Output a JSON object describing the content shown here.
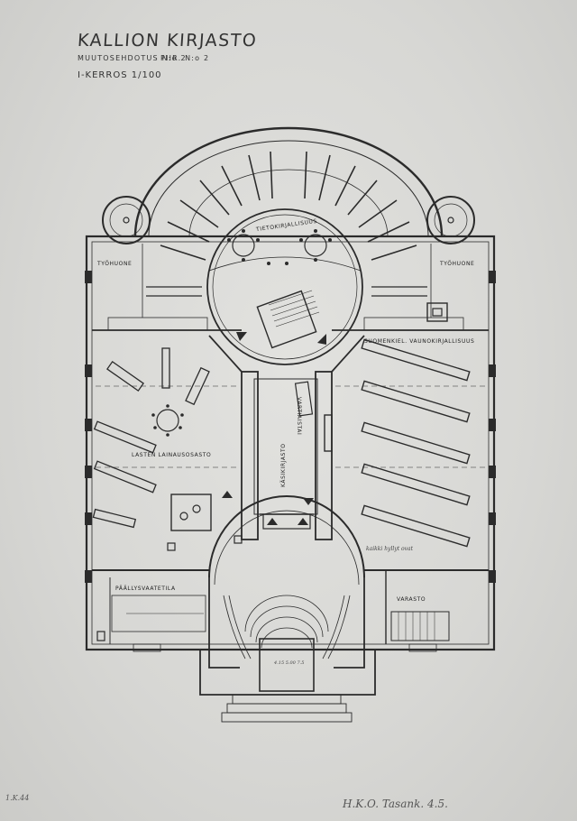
{
  "title_block": {
    "title": "KALLION KIRJASTO",
    "subtitle_left": "MUUTOSEHDOTUS N:o 2",
    "subtitle_right": "PIIR. N:o 2",
    "floor_scale": "I-KERROS 1/100"
  },
  "rooms": {
    "tietokirjallisuus": "TIETOKIRJALLISUUS",
    "tyohuone_left": "TYÖHUONE",
    "tyohuone_right": "TYÖHUONE",
    "suomenkiel": "SUOMENKIEL. VAUNOKIRJALLISUUS",
    "vartiaistai": "VARTIAISTAI",
    "lasten": "LASTEN LAINAUSOSASTO",
    "kasikirjasto": "KÄSIKIRJASTO",
    "paallysvaatetila": "PÄÄLLYSVAATETILA",
    "varasto": "VARASTO"
  },
  "annotations": {
    "stair_note": "4.15\n5.00\n7.5",
    "left_footer": "1.K.44",
    "right_signature": "H.K.O. Tasank. 4.5.",
    "right_sketch_note": "kaikki hyllyt ovat"
  }
}
